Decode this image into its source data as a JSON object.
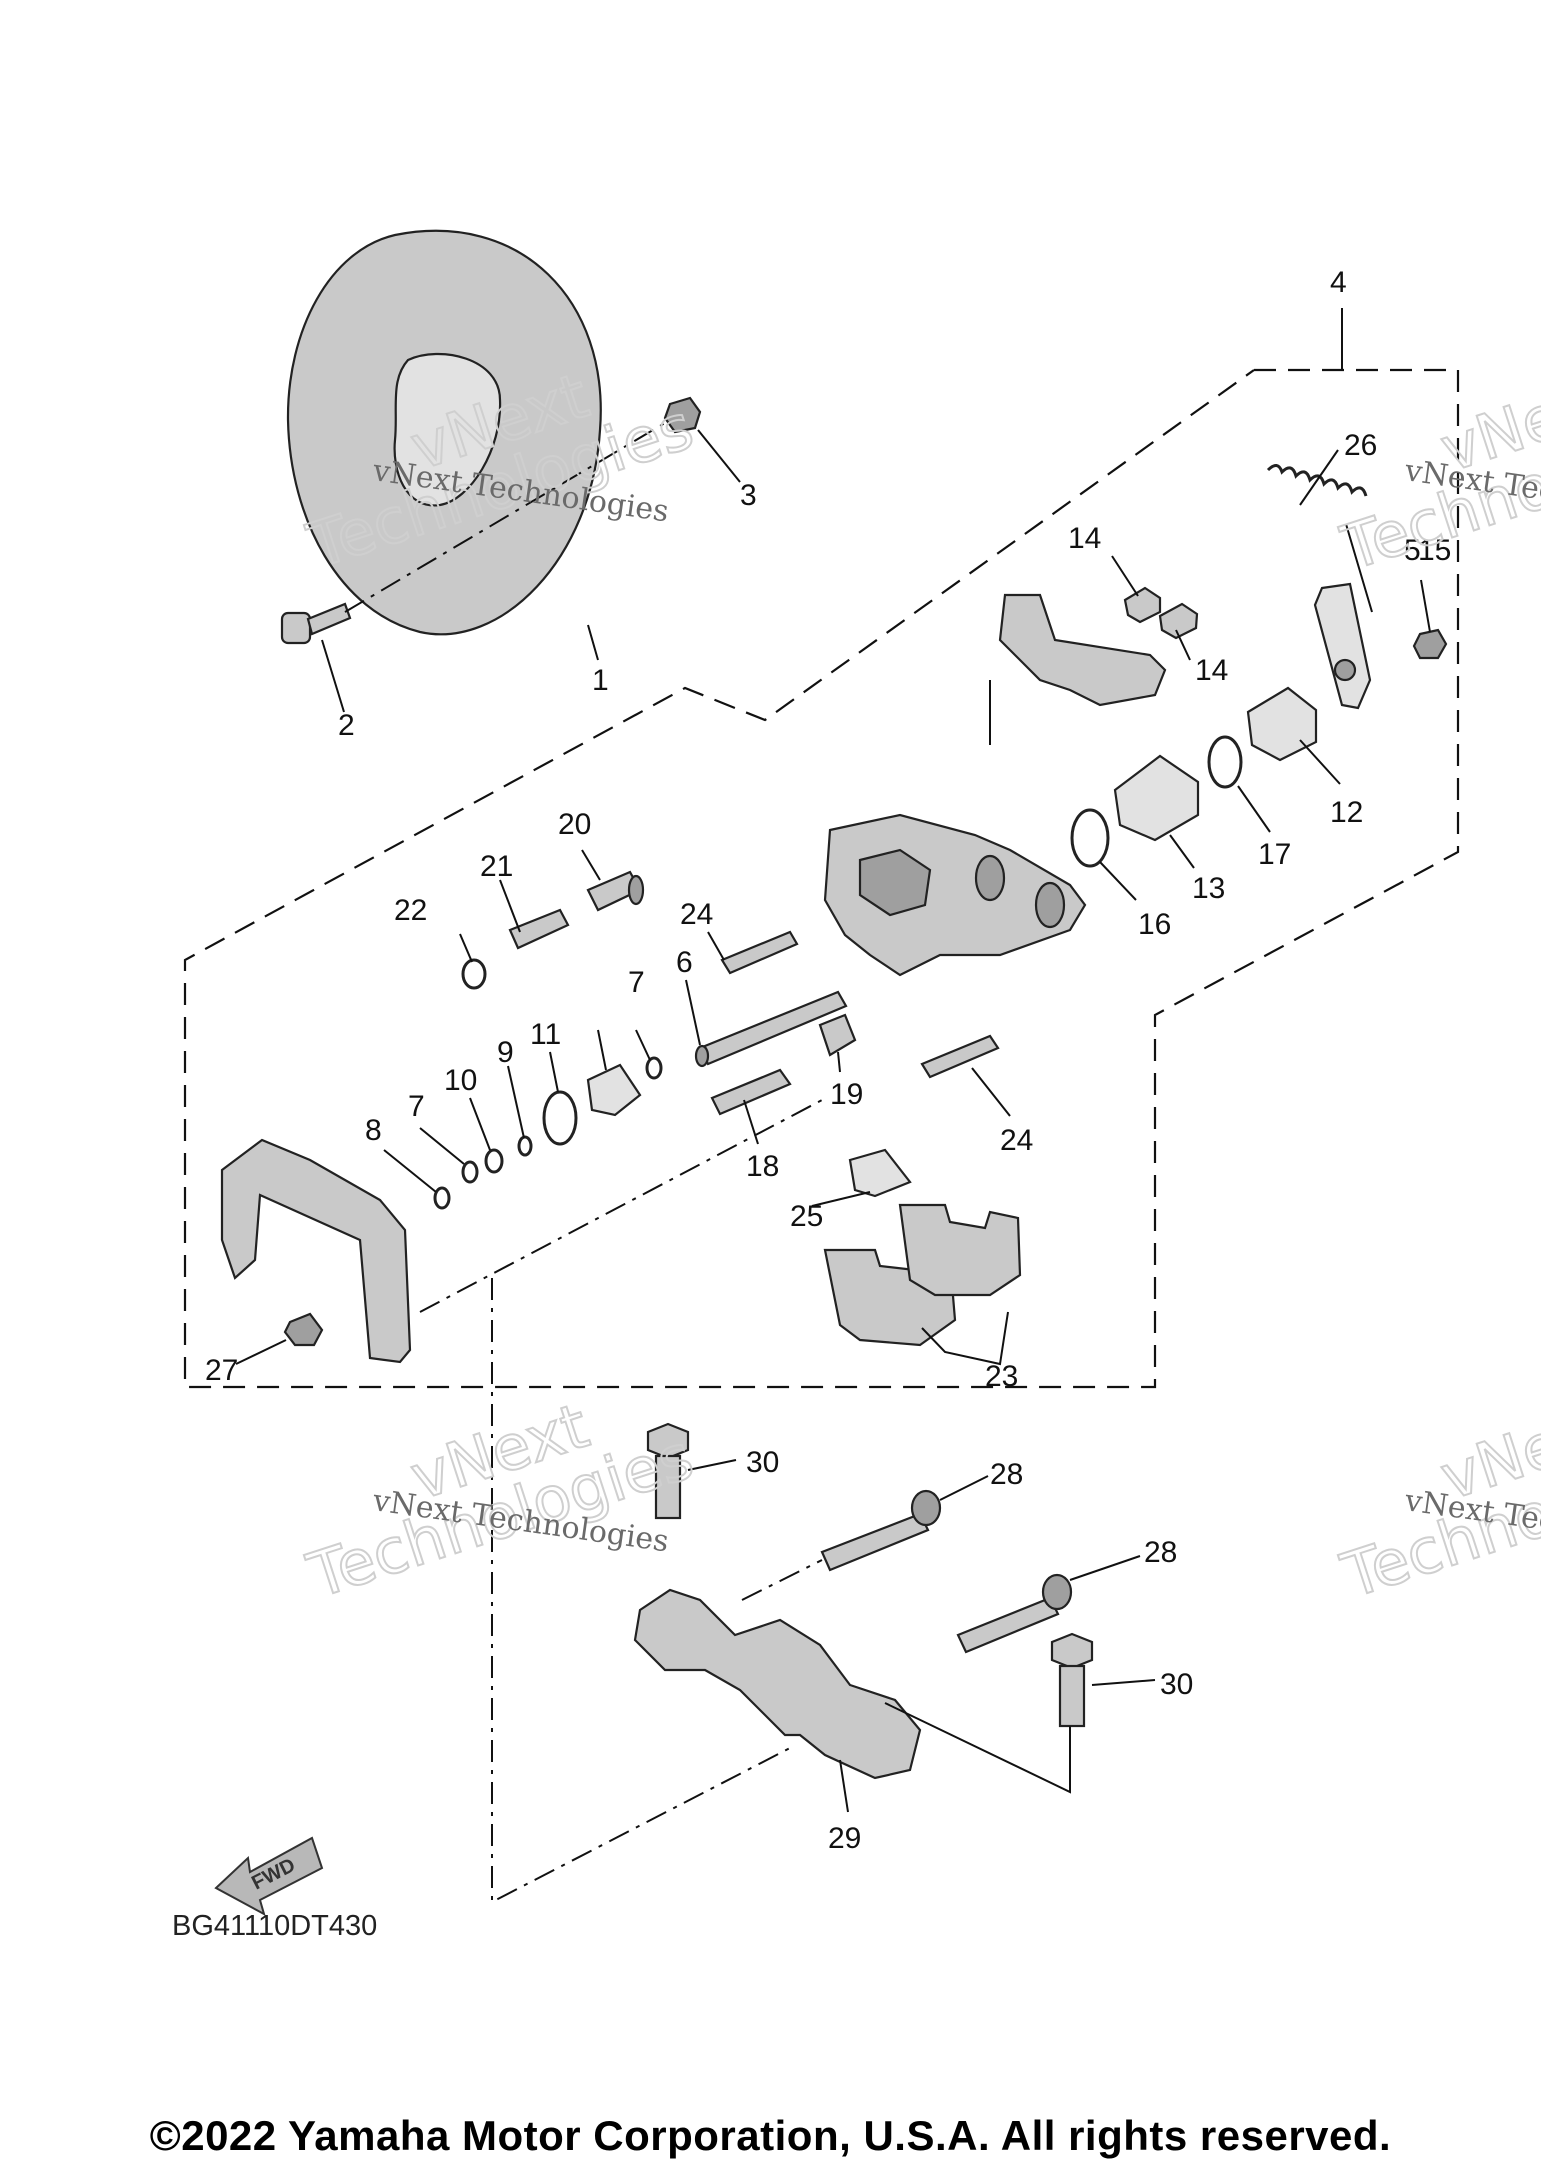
{
  "diagram_code": "BG41110DT430",
  "copyright": "©2022 Yamaha Motor Corporation, U.S.A. All rights reserved.",
  "fwd_label": "FWD",
  "watermark": {
    "line_small": "vNext Technologies",
    "line_big_1": "vNext",
    "line_big_2": "Technologies"
  },
  "callouts": {
    "c1": "1",
    "c2": "2",
    "c3": "3",
    "c4": "4",
    "c5": "5",
    "c6": "6",
    "c7a": "7",
    "c7b": "7",
    "c8": "8",
    "c9": "9",
    "c10": "10",
    "c11": "11",
    "c12": "12",
    "c13": "13",
    "c14a": "14",
    "c14b": "14",
    "c15": "15",
    "c16": "16",
    "c17": "17",
    "c18": "18",
    "c19": "19",
    "c20": "20",
    "c21": "21",
    "c22": "22",
    "c23": "23",
    "c24a": "24",
    "c24b": "24",
    "c25": "25",
    "c26": "26",
    "c27": "27",
    "c28a": "28",
    "c28b": "28",
    "c29": "29",
    "c30a": "30",
    "c30b": "30"
  }
}
